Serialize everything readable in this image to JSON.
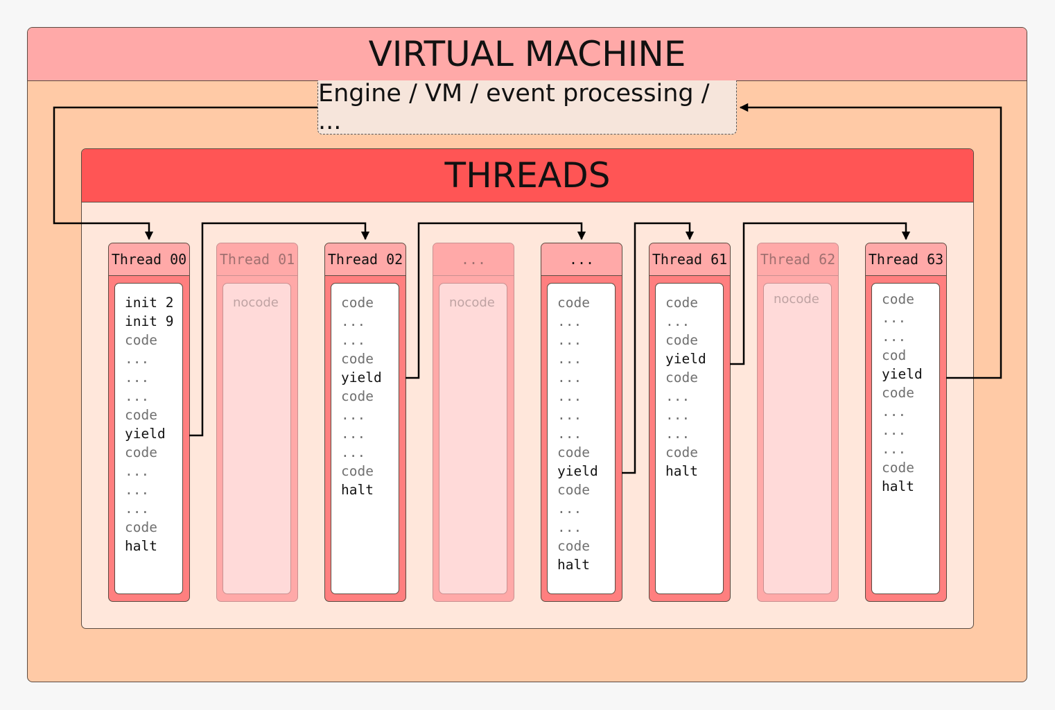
{
  "vm_title": "VIRTUAL MACHINE",
  "engine_label": "Engine / VM / event processing / ...",
  "threads_title": "THREADS",
  "threads": [
    {
      "label": "Thread 00",
      "active": true,
      "lines": [
        {
          "t": "init 2",
          "dim": false
        },
        {
          "t": "init 9",
          "dim": false
        },
        {
          "t": "code",
          "dim": true
        },
        {
          "t": "...",
          "dim": true
        },
        {
          "t": "...",
          "dim": true
        },
        {
          "t": "...",
          "dim": true
        },
        {
          "t": "code",
          "dim": true
        },
        {
          "t": "yield",
          "dim": false
        },
        {
          "t": "code",
          "dim": true
        },
        {
          "t": "...",
          "dim": true
        },
        {
          "t": "...",
          "dim": true
        },
        {
          "t": "...",
          "dim": true
        },
        {
          "t": "code",
          "dim": true
        },
        {
          "t": "halt",
          "dim": false
        }
      ]
    },
    {
      "label": "Thread 01",
      "active": false,
      "lines": [
        {
          "t": "nocode",
          "dim": true
        }
      ]
    },
    {
      "label": "Thread 02",
      "active": true,
      "lines": [
        {
          "t": "code",
          "dim": true
        },
        {
          "t": "...",
          "dim": true
        },
        {
          "t": "...",
          "dim": true
        },
        {
          "t": "code",
          "dim": true
        },
        {
          "t": "yield",
          "dim": false
        },
        {
          "t": "code",
          "dim": true
        },
        {
          "t": "...",
          "dim": true
        },
        {
          "t": "...",
          "dim": true
        },
        {
          "t": "...",
          "dim": true
        },
        {
          "t": "code",
          "dim": true
        },
        {
          "t": "halt",
          "dim": false
        }
      ]
    },
    {
      "label": "...",
      "active": false,
      "lines": [
        {
          "t": "nocode",
          "dim": true
        }
      ]
    },
    {
      "label": "...",
      "active": true,
      "lines": [
        {
          "t": "code",
          "dim": true
        },
        {
          "t": "...",
          "dim": true
        },
        {
          "t": "...",
          "dim": true
        },
        {
          "t": "...",
          "dim": true
        },
        {
          "t": "...",
          "dim": true
        },
        {
          "t": "...",
          "dim": true
        },
        {
          "t": "...",
          "dim": true
        },
        {
          "t": "...",
          "dim": true
        },
        {
          "t": "code",
          "dim": true
        },
        {
          "t": "yield",
          "dim": false
        },
        {
          "t": "code",
          "dim": true
        },
        {
          "t": "...",
          "dim": true
        },
        {
          "t": "...",
          "dim": true
        },
        {
          "t": "code",
          "dim": true
        },
        {
          "t": "halt",
          "dim": false
        }
      ]
    },
    {
      "label": "Thread 61",
      "active": true,
      "lines": [
        {
          "t": "code",
          "dim": true
        },
        {
          "t": "...",
          "dim": true
        },
        {
          "t": "code",
          "dim": true
        },
        {
          "t": "yield",
          "dim": false
        },
        {
          "t": "code",
          "dim": true
        },
        {
          "t": "...",
          "dim": true
        },
        {
          "t": "...",
          "dim": true
        },
        {
          "t": "...",
          "dim": true
        },
        {
          "t": "code",
          "dim": true
        },
        {
          "t": "halt",
          "dim": false
        }
      ]
    },
    {
      "label": "Thread 62",
      "active": false,
      "lines": [
        {
          "t": "nocode",
          "dim": true
        }
      ]
    },
    {
      "label": "Thread 63",
      "active": true,
      "lines": [
        {
          "t": "code",
          "dim": true
        },
        {
          "t": "...",
          "dim": true
        },
        {
          "t": "...",
          "dim": true
        },
        {
          "t": "cod",
          "dim": true
        },
        {
          "t": "yield",
          "dim": false
        },
        {
          "t": "code",
          "dim": true
        },
        {
          "t": "...",
          "dim": true
        },
        {
          "t": "...",
          "dim": true
        },
        {
          "t": "...",
          "dim": true
        },
        {
          "t": "code",
          "dim": true
        },
        {
          "t": "halt",
          "dim": false
        }
      ]
    }
  ],
  "colors": {
    "outer_frame": "#ffcaa6",
    "vm_header": "#ffa9a8",
    "threads_header": "#ff5555",
    "threads_panel": "#ffe7db",
    "thread_frame": "#ff7f7f",
    "inactive_thread_body": "#ffdad9"
  }
}
